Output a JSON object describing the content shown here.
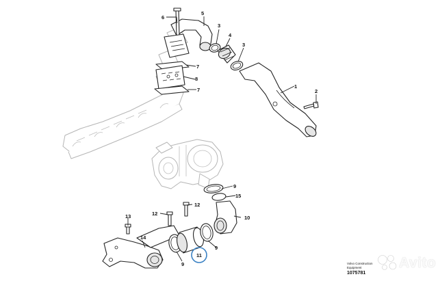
{
  "callouts": [
    "6",
    "5",
    "3",
    "4",
    "3",
    "7",
    "8",
    "7",
    "1",
    "2",
    "9",
    "15",
    "12",
    "13",
    "10",
    "14",
    "9",
    "11",
    "9"
  ],
  "footer": {
    "line1": "Volvo Construction",
    "line2": "Equipment",
    "id": "1075781"
  },
  "watermark": {
    "text": "Avito",
    "color": "#ffffff"
  },
  "colors": {
    "line": "#222222",
    "ghost_line": "#b5b5b5",
    "highlight_ring": "#3b82c4"
  }
}
